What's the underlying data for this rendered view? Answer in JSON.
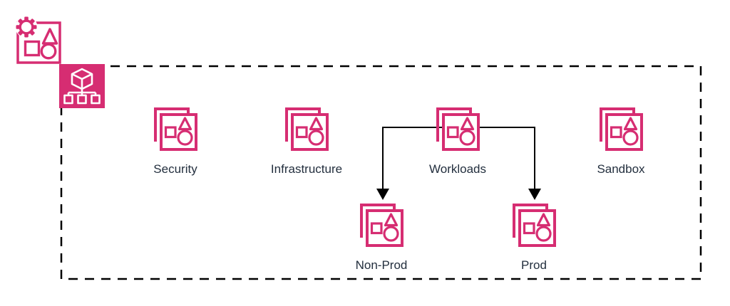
{
  "diagram_type": "aws-organizations-ou-structure",
  "colors": {
    "accent_pink": "#D62D72",
    "glyph_white": "#FFFFFF",
    "label_text": "#232F3E",
    "connector_black": "#000000",
    "background": "#FFFFFF"
  },
  "root_icons": {
    "management_account": "management-account-icon",
    "organizations": "aws-organizations-icon"
  },
  "ou_nodes": [
    {
      "id": "security",
      "label": "Security",
      "row": "top"
    },
    {
      "id": "infrastructure",
      "label": "Infrastructure",
      "row": "top"
    },
    {
      "id": "workloads",
      "label": "Workloads",
      "row": "top"
    },
    {
      "id": "sandbox",
      "label": "Sandbox",
      "row": "top"
    },
    {
      "id": "non-prod",
      "label": "Non-Prod",
      "row": "bottom",
      "parent": "workloads"
    },
    {
      "id": "prod",
      "label": "Prod",
      "row": "bottom",
      "parent": "workloads"
    }
  ],
  "connectors": [
    {
      "from": "workloads",
      "to": "non-prod",
      "style": "solid-arrow"
    },
    {
      "from": "workloads",
      "to": "prod",
      "style": "solid-arrow"
    }
  ],
  "boundary": {
    "style": "dashed",
    "color": "#000000"
  }
}
